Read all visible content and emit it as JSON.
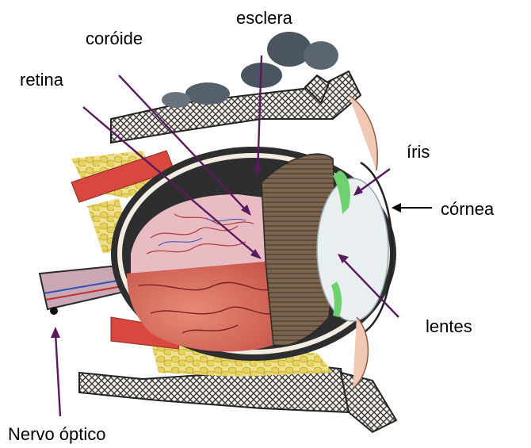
{
  "labels": {
    "esclera": "esclera",
    "coroide": "coróide",
    "retina": "retina",
    "iris": "íris",
    "cornea": "córnea",
    "lentes": "lentes",
    "nervo_optico": "Nervo óptico"
  },
  "colors": {
    "pointer": "#5a1a5e",
    "black_pointer": "#000000",
    "sclera": "#2b2b2b",
    "retina_red": "#d9705f",
    "choroid_pink": "#e8b9c0",
    "ciliary": "#6e5a48",
    "lens": "#e8eef0",
    "fat_yellow": "#e8d66a",
    "muscle_red": "#d6453c",
    "iris_green": "#6fd070"
  }
}
